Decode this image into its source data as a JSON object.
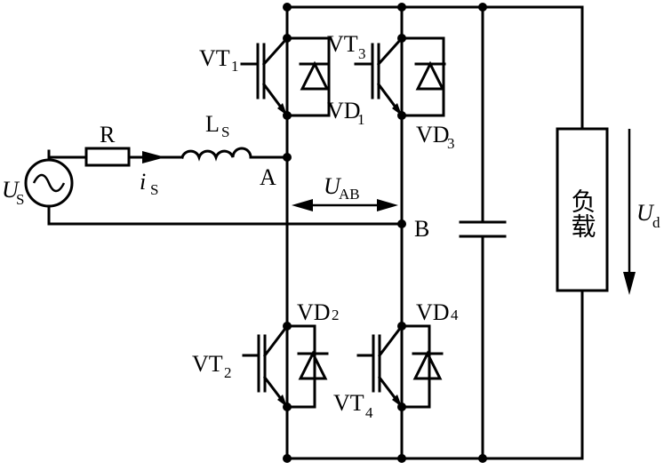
{
  "labels": {
    "us": "U",
    "us_sub": "S",
    "r": "R",
    "ls": "L",
    "ls_sub": "S",
    "is": "i",
    "is_sub": "S",
    "node_a": "A",
    "node_b": "B",
    "uab": "U",
    "uab_sub": "AB",
    "ud": "U",
    "ud_sub": "d",
    "load": "负载",
    "vt1": "VT",
    "vt1_sub": "1",
    "vt2": "VT",
    "vt2_sub": "2",
    "vt3": "VT",
    "vt3_sub": "3",
    "vt4": "VT",
    "vt4_sub": "4",
    "vd1": "VD",
    "vd1_sub": "1",
    "vd2": "VD",
    "vd2_sub": "2",
    "vd3": "VD",
    "vd3_sub": "3",
    "vd4": "VD",
    "vd4_sub": "4"
  }
}
